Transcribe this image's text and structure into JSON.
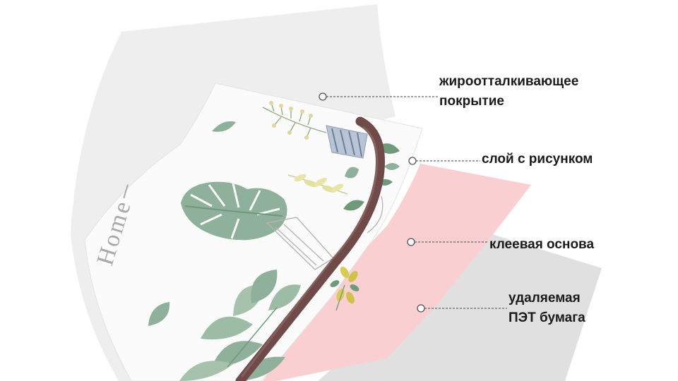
{
  "layers": [
    {
      "id": "coating",
      "label_lines": [
        "жироотталкивающее",
        "покрытие"
      ]
    },
    {
      "id": "print",
      "label_lines": [
        "слой с рисунком"
      ]
    },
    {
      "id": "adhesive",
      "label_lines": [
        "клеевая основа"
      ]
    },
    {
      "id": "liner",
      "label_lines": [
        "удаляемая",
        "ПЭТ бумага"
      ]
    }
  ],
  "print_text": "Home",
  "colors": {
    "coating_film": "#eeeeee",
    "print_sheet": "#fbfbfb",
    "adhesive": "#f9cfd2",
    "liner": "#e0e0e0",
    "curl_edge": "#6f4a48",
    "leaf": "#8fb09a",
    "leaf_dark": "#6e9a7a",
    "flower": "#e0d89a",
    "leader": "#666666"
  }
}
